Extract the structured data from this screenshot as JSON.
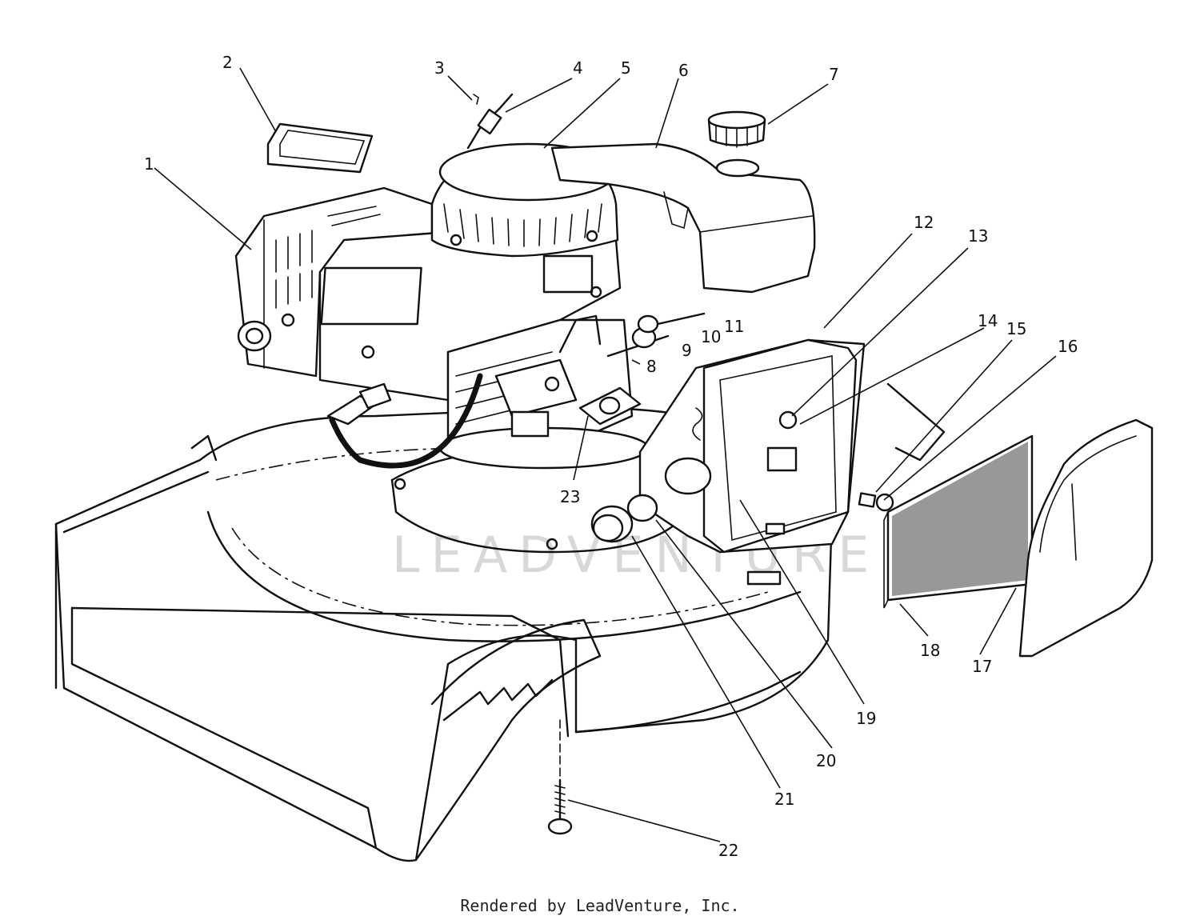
{
  "diagram": {
    "part_labels": [
      "1",
      "2",
      "3",
      "4",
      "5",
      "6",
      "7",
      "8",
      "9",
      "10",
      "11",
      "12",
      "13",
      "14",
      "15",
      "16",
      "17",
      "18",
      "19",
      "20",
      "21",
      "22",
      "23"
    ],
    "watermark": "LEADVENTURE",
    "footer": "Rendered by LeadVenture, Inc."
  },
  "colors": {
    "line": "#111111",
    "background": "#ffffff",
    "watermark": "#d8d8d8"
  }
}
